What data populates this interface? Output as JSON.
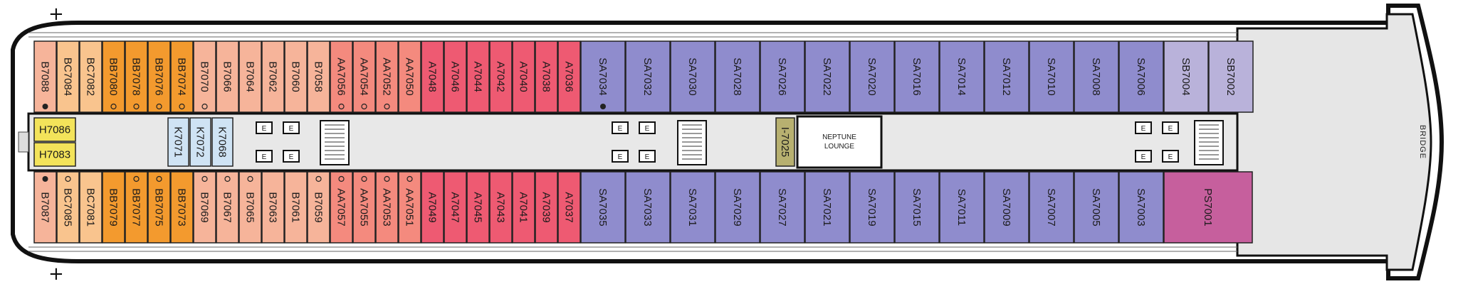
{
  "plan": {
    "bridge_label": "BRIDGE",
    "lounge_label_line1": "NEPTUNE",
    "lounge_label_line2": "LOUNGE",
    "elevator_label": "E",
    "plus_top": "+",
    "plus_bottom": "+",
    "colors": {
      "B": "#f6b49a",
      "BC": "#f9c48e",
      "BB": "#f39a2e",
      "AA": "#f48a7e",
      "A": "#ee5a72",
      "SA": "#8f8ccd",
      "SB": "#b9b2da",
      "PS": "#c65f9d",
      "H": "#f3e35a",
      "K": "#cfe3f4",
      "I": "#b7b070"
    }
  },
  "top_row": [
    {
      "label": "B7088",
      "cat": "B",
      "icon": "accessible"
    },
    {
      "label": "BC7084",
      "cat": "BC"
    },
    {
      "label": "BC7082",
      "cat": "BC"
    },
    {
      "label": "BB7080",
      "cat": "BB",
      "icon": "circle"
    },
    {
      "label": "BB7078",
      "cat": "BB",
      "icon": "circle"
    },
    {
      "label": "BB7076",
      "cat": "BB",
      "icon": "circle"
    },
    {
      "label": "BB7074",
      "cat": "BB",
      "icon": "circle"
    },
    {
      "label": "B7070",
      "cat": "B",
      "icon": "circle"
    },
    {
      "label": "B7066",
      "cat": "B"
    },
    {
      "label": "B7064",
      "cat": "B"
    },
    {
      "label": "B7062",
      "cat": "B"
    },
    {
      "label": "B7060",
      "cat": "B"
    },
    {
      "label": "B7058",
      "cat": "B"
    },
    {
      "label": "AA7056",
      "cat": "AA",
      "icon": "circle"
    },
    {
      "label": "AA7054",
      "cat": "AA",
      "icon": "circle"
    },
    {
      "label": "AA7052",
      "cat": "AA",
      "icon": "circle"
    },
    {
      "label": "AA7050",
      "cat": "AA"
    },
    {
      "label": "A7048",
      "cat": "A"
    },
    {
      "label": "A7046",
      "cat": "A"
    },
    {
      "label": "A7044",
      "cat": "A"
    },
    {
      "label": "A7042",
      "cat": "A"
    },
    {
      "label": "A7040",
      "cat": "A"
    },
    {
      "label": "A7038",
      "cat": "A"
    },
    {
      "label": "A7036",
      "cat": "A"
    },
    {
      "label": "SA7034",
      "cat": "SA",
      "icon": "accessible"
    },
    {
      "label": "SA7032",
      "cat": "SA"
    },
    {
      "label": "SA7030",
      "cat": "SA"
    },
    {
      "label": "SA7028",
      "cat": "SA"
    },
    {
      "label": "SA7026",
      "cat": "SA"
    },
    {
      "label": "SA7022",
      "cat": "SA"
    },
    {
      "label": "SA7020",
      "cat": "SA"
    },
    {
      "label": "SA7016",
      "cat": "SA"
    },
    {
      "label": "SA7014",
      "cat": "SA"
    },
    {
      "label": "SA7012",
      "cat": "SA"
    },
    {
      "label": "SA7010",
      "cat": "SA"
    },
    {
      "label": "SA7008",
      "cat": "SA"
    },
    {
      "label": "SA7006",
      "cat": "SA"
    },
    {
      "label": "SB7004",
      "cat": "SB"
    },
    {
      "label": "SB7002",
      "cat": "SB"
    }
  ],
  "bottom_row": [
    {
      "label": "B7087",
      "cat": "B",
      "icon": "accessible"
    },
    {
      "label": "BC7085",
      "cat": "BC",
      "icon": "circle"
    },
    {
      "label": "BC7081",
      "cat": "BC"
    },
    {
      "label": "BB7079",
      "cat": "BB"
    },
    {
      "label": "BB7077",
      "cat": "BB",
      "icon": "circle"
    },
    {
      "label": "BB7075",
      "cat": "BB",
      "icon": "circle"
    },
    {
      "label": "BB7073",
      "cat": "BB"
    },
    {
      "label": "B7069",
      "cat": "B",
      "icon": "circle"
    },
    {
      "label": "B7067",
      "cat": "B",
      "icon": "circle"
    },
    {
      "label": "B7065",
      "cat": "B",
      "icon": "circle"
    },
    {
      "label": "B7063",
      "cat": "B"
    },
    {
      "label": "B7061",
      "cat": "B"
    },
    {
      "label": "B7059",
      "cat": "B",
      "icon": "circle"
    },
    {
      "label": "AA7057",
      "cat": "AA",
      "icon": "circle"
    },
    {
      "label": "AA7055",
      "cat": "AA",
      "icon": "circle"
    },
    {
      "label": "AA7053",
      "cat": "AA",
      "icon": "circle"
    },
    {
      "label": "AA7051",
      "cat": "AA",
      "icon": "circle"
    },
    {
      "label": "A7049",
      "cat": "A"
    },
    {
      "label": "A7047",
      "cat": "A"
    },
    {
      "label": "A7045",
      "cat": "A"
    },
    {
      "label": "A7043",
      "cat": "A"
    },
    {
      "label": "A7041",
      "cat": "A"
    },
    {
      "label": "A7039",
      "cat": "A"
    },
    {
      "label": "A7037",
      "cat": "A"
    },
    {
      "label": "SA7035",
      "cat": "SA"
    },
    {
      "label": "SA7033",
      "cat": "SA"
    },
    {
      "label": "SA7031",
      "cat": "SA"
    },
    {
      "label": "SA7029",
      "cat": "SA"
    },
    {
      "label": "SA7027",
      "cat": "SA"
    },
    {
      "label": "SA7021",
      "cat": "SA"
    },
    {
      "label": "SA7019",
      "cat": "SA"
    },
    {
      "label": "SA7015",
      "cat": "SA"
    },
    {
      "label": "SA7011",
      "cat": "SA"
    },
    {
      "label": "SA7009",
      "cat": "SA"
    },
    {
      "label": "SA7007",
      "cat": "SA"
    },
    {
      "label": "SA7005",
      "cat": "SA"
    },
    {
      "label": "SA7003",
      "cat": "SA"
    },
    {
      "label": "PS7001",
      "cat": "PS"
    }
  ],
  "inner_cabins": [
    {
      "label": "H7086",
      "cat": "H",
      "side": "top"
    },
    {
      "label": "H7083",
      "cat": "H",
      "side": "bottom"
    },
    {
      "label": "K7071",
      "cat": "K"
    },
    {
      "label": "K7072",
      "cat": "K"
    },
    {
      "label": "K7068",
      "cat": "K"
    },
    {
      "label": "I-7025",
      "cat": "I"
    }
  ]
}
